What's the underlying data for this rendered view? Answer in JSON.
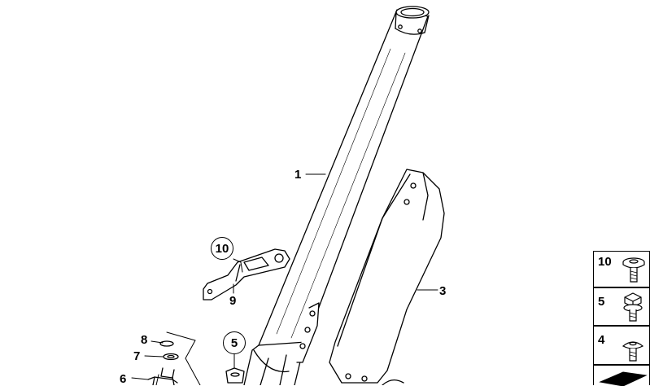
{
  "callouts": {
    "fork_tube": "1",
    "fork_guard": "3",
    "bracket_screw_circle": "10",
    "bracket": "9",
    "lower_screw_circle": "5",
    "washer_8": "8",
    "washer_7": "7",
    "part_6": "6"
  },
  "legend": [
    {
      "number": "10",
      "icon": "flange-screw-icon"
    },
    {
      "number": "5",
      "icon": "hex-bolt-icon"
    },
    {
      "number": "4",
      "icon": "pan-screw-icon"
    }
  ],
  "colors": {
    "line": "#000000",
    "background": "#ffffff"
  }
}
